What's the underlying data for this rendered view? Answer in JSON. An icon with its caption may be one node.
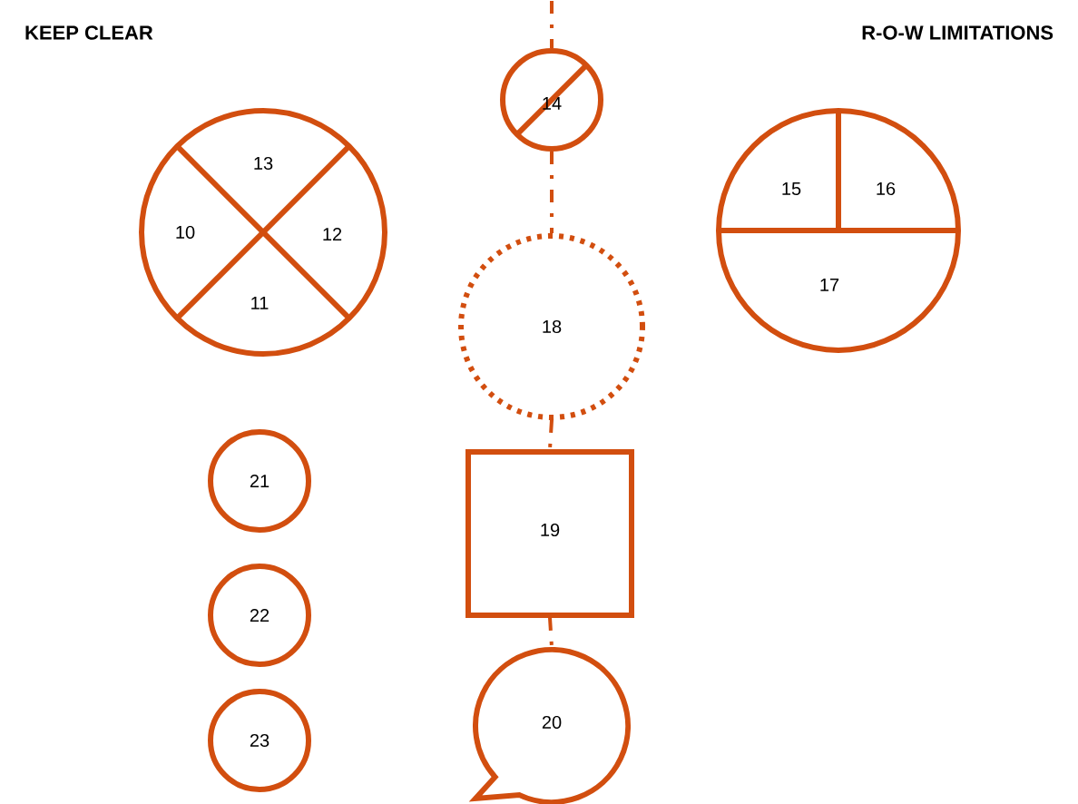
{
  "diagram": {
    "nodes": [
      {
        "text": [
          "13",
          "10",
          "12",
          "11"
        ]
      },
      {
        "text": [
          "14"
        ]
      },
      {
        "text": [
          "15",
          "16",
          "17"
        ]
      },
      {
        "text": [
          "18"
        ]
      },
      {
        "text": [
          "19"
        ]
      },
      {
        "text": [
          "20"
        ]
      },
      {
        "text": [
          "21"
        ]
      },
      {
        "text": [
          "22"
        ]
      },
      {
        "text": [
          "23"
        ]
      }
    ],
    "edges": [
      {
        "from": null,
        "to": 1,
        "arrow": "none",
        "style": "dashed"
      },
      {
        "from": 1,
        "to": 3,
        "arrow": "none",
        "style": "dashed"
      },
      {
        "from": 3,
        "to": 4,
        "arrow": "none",
        "style": "dashed"
      },
      {
        "from": 4,
        "to": 5,
        "arrow": "none",
        "style": "dashed"
      }
    ],
    "labels": [
      "KEEP CLEAR",
      "R-O-W LIMITATIONS"
    ]
  }
}
